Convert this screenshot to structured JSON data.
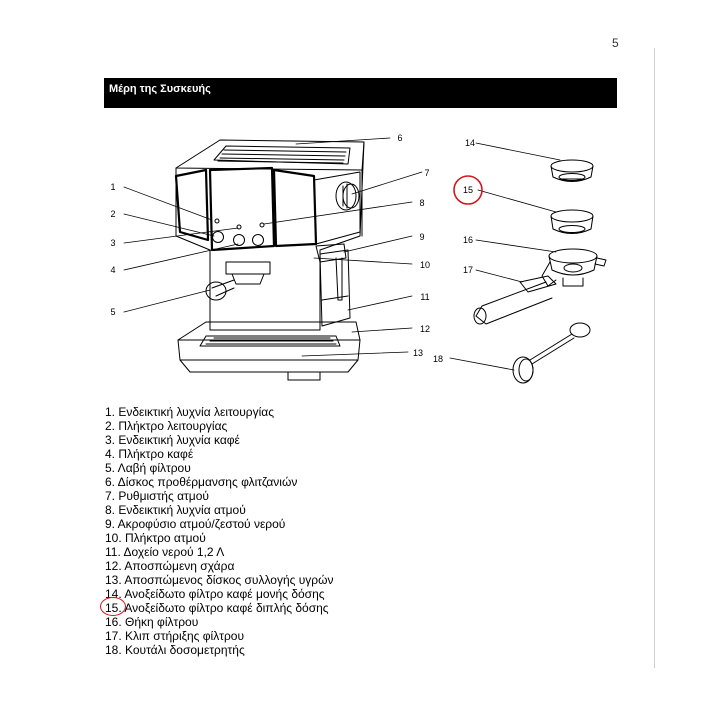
{
  "page": {
    "number": "5"
  },
  "section": {
    "title": "Μέρη της Συσκευής"
  },
  "callouts": [
    "1",
    "2",
    "3",
    "4",
    "5",
    "6",
    "7",
    "8",
    "9",
    "10",
    "11",
    "12",
    "13",
    "14",
    "15",
    "16",
    "17",
    "18"
  ],
  "highlight": {
    "color": "#d8141c"
  },
  "parts": [
    "1. Ενδεικτική λυχνία λειτουργίας",
    "2. Πλήκτρο λειτουργίας",
    "3. Ενδεικτική λυχνία καφέ",
    "4. Πλήκτρο καφέ",
    "5. Λαβή φίλτρου",
    "6. Δίσκος προθέρμανσης φλιτζανιών",
    "7. Ρυθμιστής ατμού",
    "8. Ενδεικτική λυχνία ατμού",
    "9. Ακροφύσιο ατμού/ζεστού νερού",
    "10. Πλήκτρο ατμού",
    "11. Δοχείο νερού 1,2 Λ",
    "12. Αποσπώμενη σχάρα",
    "13. Αποσπώμενος δίσκος συλλογής υγρών",
    "14. Ανοξείδωτο φίλτρο καφέ μονής δόσης",
    "15. Ανοξείδωτο φίλτρο καφέ διπλής δόσης",
    "16. Θήκη φίλτρου",
    "17. Κλιπ στήριξης φίλτρου",
    "18. Κουτάλι δοσομετρητής"
  ]
}
